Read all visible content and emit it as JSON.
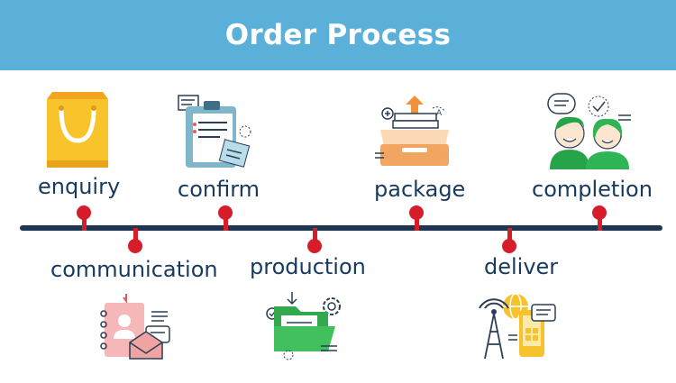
{
  "title": "Order Process",
  "steps": [
    {
      "label": "enquiry",
      "icon": "shopping-bag-icon",
      "side": "top"
    },
    {
      "label": "communication",
      "icon": "contact-book-message-icon",
      "side": "bottom"
    },
    {
      "label": "confirm",
      "icon": "clipboard-icon",
      "side": "top"
    },
    {
      "label": "production",
      "icon": "folder-gear-icon",
      "side": "bottom"
    },
    {
      "label": "package",
      "icon": "box-drawer-icon",
      "side": "top"
    },
    {
      "label": "deliver",
      "icon": "satellite-phone-icon",
      "side": "bottom"
    },
    {
      "label": "completion",
      "icon": "happy-people-icon",
      "side": "top"
    }
  ],
  "colors": {
    "banner": "#5ab0d9",
    "line": "#1e3652",
    "marker": "#d71c2a",
    "label": "#173a5e"
  }
}
